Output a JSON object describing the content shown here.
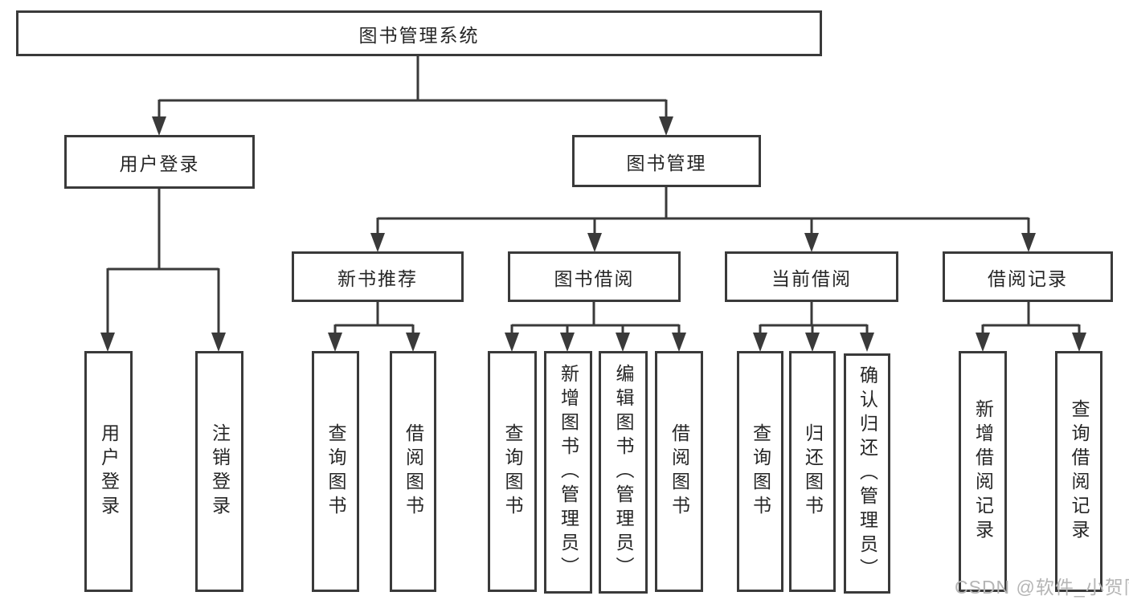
{
  "diagram": {
    "title": "图书管理系统",
    "type": "hierarchy-tree"
  },
  "watermark": "CSDN @软件_小贺同学",
  "colors": {
    "line": "#3a3a3a",
    "text": "#262626",
    "background": "#ffffff",
    "watermark": "#b5b5b5"
  },
  "nodes": {
    "root": {
      "label": "图书管理系统"
    },
    "user_login": {
      "label": "用户登录"
    },
    "book_mgmt": {
      "label": "图书管理"
    },
    "new_book_rec": {
      "label": "新书推荐"
    },
    "book_borrow": {
      "label": "图书借阅"
    },
    "current_borrow": {
      "label": "当前借阅"
    },
    "borrow_record": {
      "label": "借阅记录"
    },
    "leaf_user_login": {
      "label": "用户登录"
    },
    "leaf_logout": {
      "label": "注销登录"
    },
    "leaf_nb_query": {
      "label": "查询图书"
    },
    "leaf_nb_borrow": {
      "label": "借阅图书"
    },
    "leaf_bb_query": {
      "label": "查询图书"
    },
    "leaf_bb_add": {
      "label": "新增图书（管理员）"
    },
    "leaf_bb_edit": {
      "label": "编辑图书（管理员）"
    },
    "leaf_bb_borrow": {
      "label": "借阅图书"
    },
    "leaf_cb_query": {
      "label": "查询图书"
    },
    "leaf_cb_return": {
      "label": "归还图书"
    },
    "leaf_cb_confirm": {
      "label": "确认归还（管理员）"
    },
    "leaf_br_add": {
      "label": "新增借阅记录"
    },
    "leaf_br_query": {
      "label": "查询借阅记录"
    }
  }
}
